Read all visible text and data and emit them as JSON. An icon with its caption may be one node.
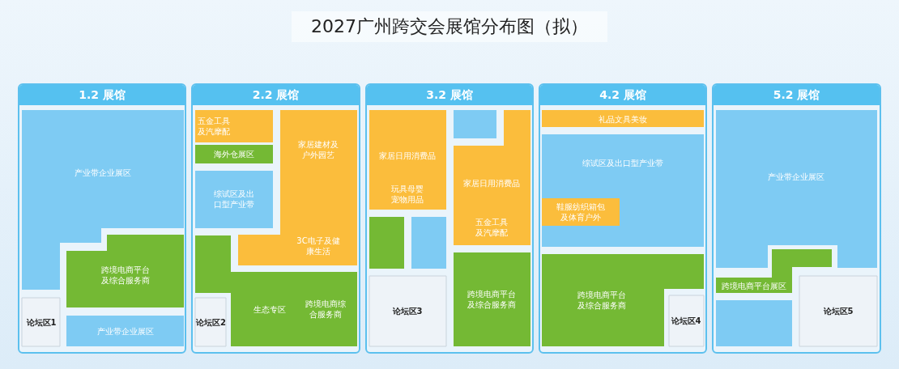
{
  "diagram": {
    "title": "2027广州跨交会展馆分布图（拟）",
    "nodes": [
      {
        "text": [
          "1.2 展馆"
        ]
      },
      {
        "text": [
          "产业带企业展区"
        ],
        "in": 0
      },
      {
        "text": [
          "跨境电商平台及综合服务商"
        ],
        "in": 0
      },
      {
        "text": [
          "论坛区1"
        ],
        "in": 0
      },
      {
        "text": [
          "产业带企业展区"
        ],
        "in": 0
      },
      {
        "text": [
          "2.2 展馆"
        ]
      },
      {
        "text": [
          "五金工具及汽摩配"
        ],
        "in": 5
      },
      {
        "text": [
          "海外仓展区"
        ],
        "in": 5
      },
      {
        "text": [
          "综试区及出口型产业带"
        ],
        "in": 5
      },
      {
        "text": [
          "家居建材及户外园艺",
          "3C电子及健康生活"
        ],
        "in": 5
      },
      {
        "text": [
          "生态专区",
          "跨境电商综合服务商"
        ],
        "in": 5
      },
      {
        "text": [
          "论坛区2"
        ],
        "in": 5
      },
      {
        "text": [
          "3.2 展馆"
        ]
      },
      {
        "text": [
          "家居日用消费品",
          "玩具母婴宠物用品"
        ],
        "in": 12
      },
      {
        "text": [],
        "shape": "box",
        "in": 12
      },
      {
        "text": [
          "家居日用消费品",
          "五金工具及汽摩配"
        ],
        "in": 12
      },
      {
        "text": [],
        "shape": "box",
        "in": 12
      },
      {
        "text": [],
        "shape": "box",
        "in": 12
      },
      {
        "text": [
          "论坛区3"
        ],
        "in": 12
      },
      {
        "text": [
          "跨境电商平台及综合服务商"
        ],
        "in": 12
      },
      {
        "text": [
          "4.2 展馆"
        ]
      },
      {
        "text": [
          "礼品文具美妆"
        ],
        "in": 20
      },
      {
        "text": [
          "综试区及出口型产业带"
        ],
        "in": 20
      },
      {
        "text": [
          "鞋服纺织箱包及体育户外"
        ],
        "in": 22
      },
      {
        "text": [
          "跨境电商平台及综合服务商"
        ],
        "in": 20
      },
      {
        "text": [
          "论坛区4"
        ],
        "in": 20
      },
      {
        "text": [
          "5.2 展馆"
        ]
      },
      {
        "text": [
          "产业带企业展区"
        ],
        "in": 26
      },
      {
        "text": [
          "跨境电商平台展区"
        ],
        "in": 26
      },
      {
        "text": [],
        "shape": "box",
        "in": 26
      },
      {
        "text": [
          "论坛区5"
        ],
        "in": 26
      }
    ]
  }
}
